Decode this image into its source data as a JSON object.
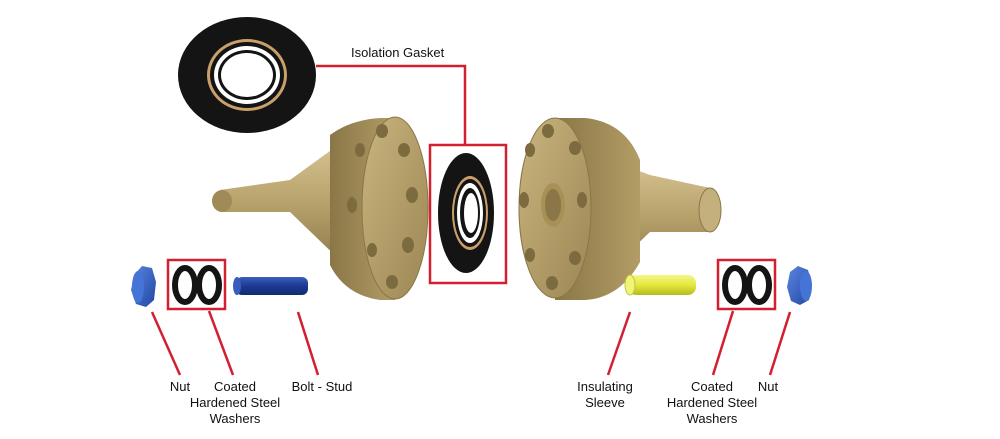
{
  "labels": {
    "isolation_gasket": "Isolation Gasket",
    "nut_left": "Nut",
    "washers_left": "Coated\nHardened Steel\nWashers",
    "bolt_stud": "Bolt - Stud",
    "insulating_sleeve": "Insulating\nSleeve",
    "washers_right": "Coated\nHardened Steel\nWashers",
    "nut_right": "Nut"
  },
  "colors": {
    "callout": "#d1202f",
    "flange": "#b7a16c",
    "flange_dark": "#7d6b40",
    "gasket": "#141414",
    "gasket_ring": "#c9a06a",
    "nut": "#2f5fc2",
    "bolt": "#1e3f9a",
    "sleeve": "#e9ec4a",
    "washer": "#141414"
  }
}
